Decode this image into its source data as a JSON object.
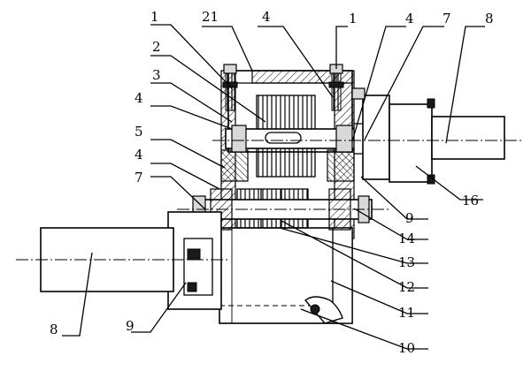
{
  "figure": {
    "labels": {
      "l1a": "1",
      "l21": "21",
      "l4a": "4",
      "l1b": "1",
      "l4b": "4",
      "l7a": "7",
      "l8a": "8",
      "l2": "2",
      "l3": "3",
      "l4c": "4",
      "l5": "5",
      "l4d": "4",
      "l7b": "7",
      "l16": "16",
      "l9a": "9",
      "l14": "14",
      "l13": "13",
      "l12": "12",
      "l11": "11",
      "l8b": "8",
      "l9b": "9",
      "l10": "10"
    }
  }
}
